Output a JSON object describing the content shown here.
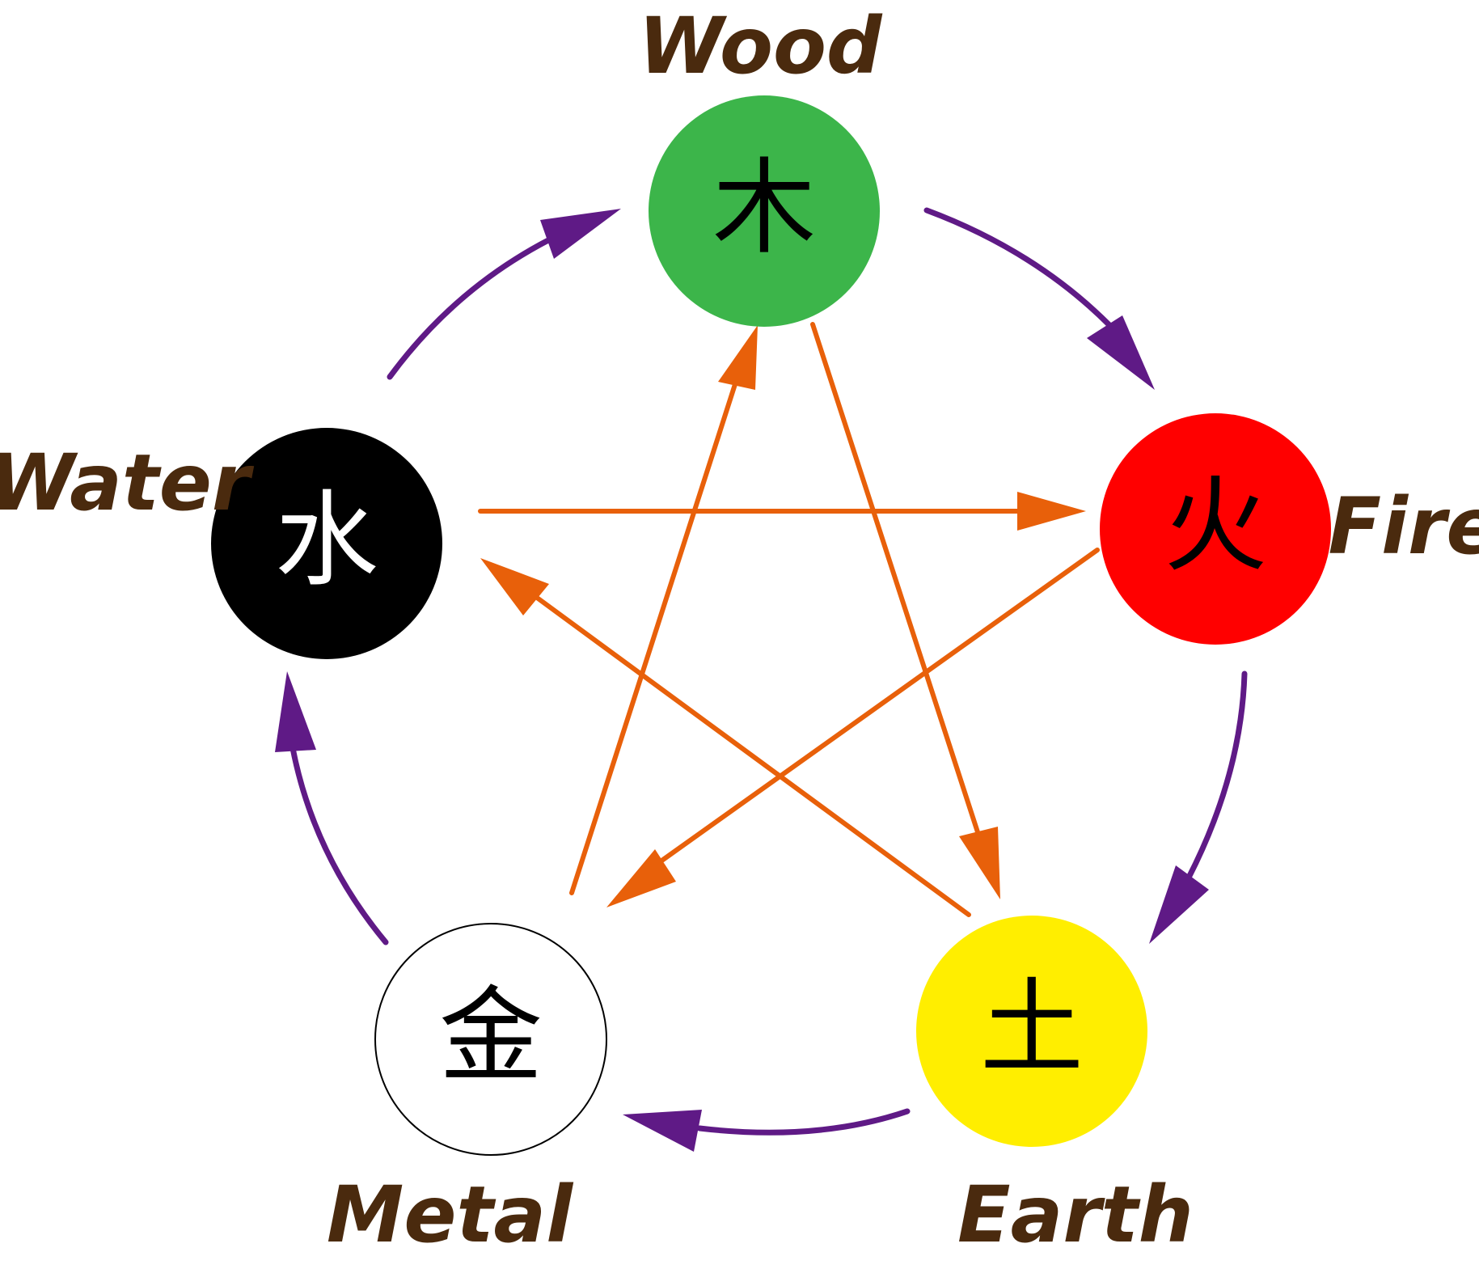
{
  "colors": {
    "label": "#4a2a0e",
    "generating_arrow": "#5f1a86",
    "controlling_arrow": "#e8600a",
    "outline": "#000000"
  },
  "elements": {
    "wood": {
      "label": "Wood",
      "character": "木",
      "fill": "#3cb54a",
      "character_color": "#000000"
    },
    "fire": {
      "label": "Fire",
      "character": "火",
      "fill": "#ff0000",
      "character_color": "#000000"
    },
    "earth": {
      "label": "Earth",
      "character": "土",
      "fill": "#ffee00",
      "character_color": "#000000"
    },
    "metal": {
      "label": "Metal",
      "character": "金",
      "fill": "#ffffff",
      "character_color": "#000000"
    },
    "water": {
      "label": "Water",
      "character": "水",
      "fill": "#000000",
      "character_color": "#ffffff"
    }
  },
  "generating_cycle": [
    {
      "from": "wood",
      "to": "fire"
    },
    {
      "from": "fire",
      "to": "earth"
    },
    {
      "from": "earth",
      "to": "metal"
    },
    {
      "from": "metal",
      "to": "water"
    },
    {
      "from": "water",
      "to": "wood"
    }
  ],
  "controlling_cycle": [
    {
      "from": "wood",
      "to": "earth"
    },
    {
      "from": "earth",
      "to": "water"
    },
    {
      "from": "water",
      "to": "fire"
    },
    {
      "from": "fire",
      "to": "metal"
    },
    {
      "from": "metal",
      "to": "wood"
    }
  ]
}
